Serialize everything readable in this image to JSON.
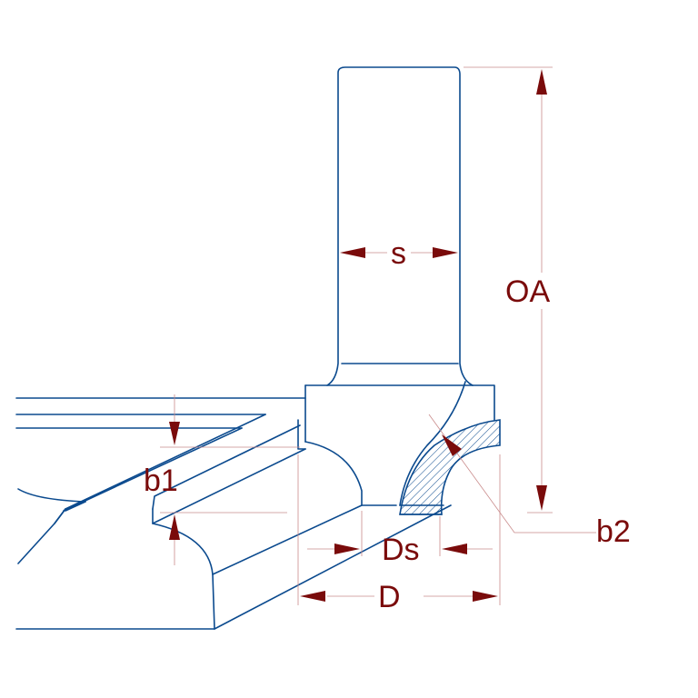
{
  "labels": {
    "s": "s",
    "oa": "OA",
    "b1": "b1",
    "b2": "b2",
    "ds": "Ds",
    "d": "D"
  },
  "colors": {
    "outline": "#0b4a8e",
    "dimension_line": "#c98b8b",
    "arrow_and_text": "#7a0b0b",
    "background": "#ffffff"
  }
}
